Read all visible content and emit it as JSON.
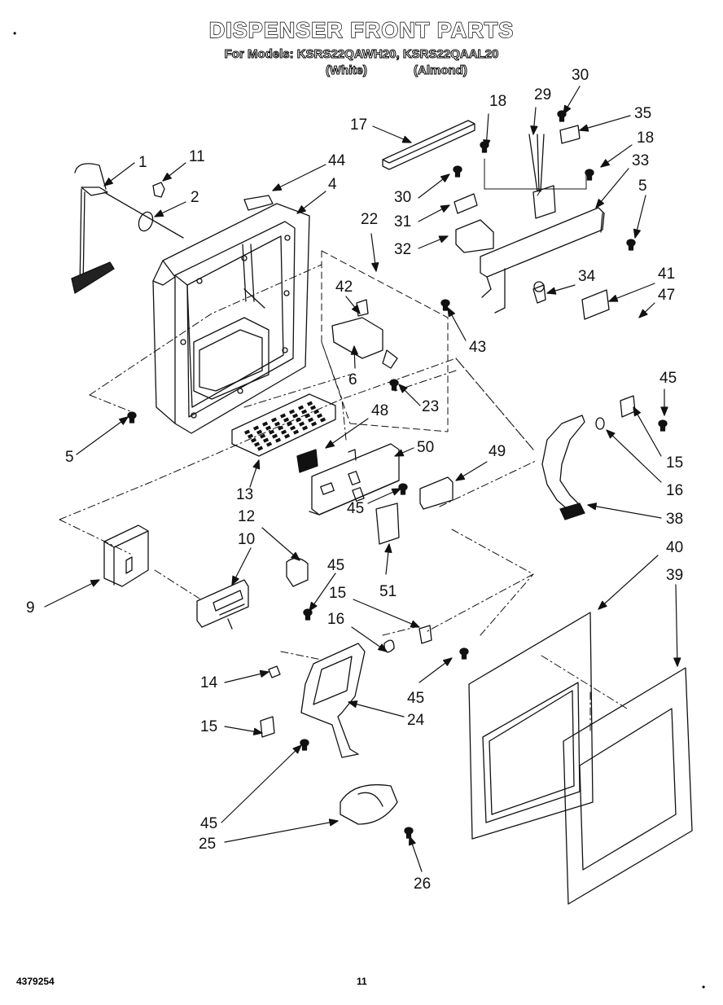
{
  "header": {
    "title": "DISPENSER FRONT PARTS",
    "models_line": "For Models: KSRS22QAWH20, KSRS22QAAL20",
    "variant_white": "(White)",
    "variant_almond": "(Almond)"
  },
  "callouts": [
    {
      "id": "c1",
      "text": "1"
    },
    {
      "id": "c11",
      "text": "11"
    },
    {
      "id": "c2",
      "text": "2"
    },
    {
      "id": "c44",
      "text": "44"
    },
    {
      "id": "c4",
      "text": "4"
    },
    {
      "id": "c17",
      "text": "17"
    },
    {
      "id": "c18a",
      "text": "18"
    },
    {
      "id": "c29",
      "text": "29"
    },
    {
      "id": "c30a",
      "text": "30"
    },
    {
      "id": "c35",
      "text": "35"
    },
    {
      "id": "c18b",
      "text": "18"
    },
    {
      "id": "c33",
      "text": "33"
    },
    {
      "id": "c30b",
      "text": "30"
    },
    {
      "id": "c31",
      "text": "31"
    },
    {
      "id": "c32",
      "text": "32"
    },
    {
      "id": "c22",
      "text": "22"
    },
    {
      "id": "c5a",
      "text": "5"
    },
    {
      "id": "c41",
      "text": "41"
    },
    {
      "id": "c34",
      "text": "34"
    },
    {
      "id": "c47",
      "text": "47"
    },
    {
      "id": "c42",
      "text": "42"
    },
    {
      "id": "c43",
      "text": "43"
    },
    {
      "id": "c6",
      "text": "6"
    },
    {
      "id": "c23",
      "text": "23"
    },
    {
      "id": "c45a",
      "text": "45"
    },
    {
      "id": "c48",
      "text": "48"
    },
    {
      "id": "c15a",
      "text": "15"
    },
    {
      "id": "c16a",
      "text": "16"
    },
    {
      "id": "c5b",
      "text": "5"
    },
    {
      "id": "c50",
      "text": "50"
    },
    {
      "id": "c49",
      "text": "49"
    },
    {
      "id": "c38",
      "text": "38"
    },
    {
      "id": "c13",
      "text": "13"
    },
    {
      "id": "c45b",
      "text": "45"
    },
    {
      "id": "c12",
      "text": "12"
    },
    {
      "id": "c10",
      "text": "10"
    },
    {
      "id": "c51",
      "text": "51"
    },
    {
      "id": "c40",
      "text": "40"
    },
    {
      "id": "c39",
      "text": "39"
    },
    {
      "id": "c9",
      "text": "9"
    },
    {
      "id": "c45c",
      "text": "45"
    },
    {
      "id": "c15b",
      "text": "15"
    },
    {
      "id": "c16b",
      "text": "16"
    },
    {
      "id": "c14",
      "text": "14"
    },
    {
      "id": "c45d",
      "text": "45"
    },
    {
      "id": "c24",
      "text": "24"
    },
    {
      "id": "c15c",
      "text": "15"
    },
    {
      "id": "c45e",
      "text": "45"
    },
    {
      "id": "c25",
      "text": "25"
    },
    {
      "id": "c26",
      "text": "26"
    }
  ],
  "footer": {
    "doc_number": "4379254",
    "page_number": "11",
    "corner_mark": "•"
  }
}
